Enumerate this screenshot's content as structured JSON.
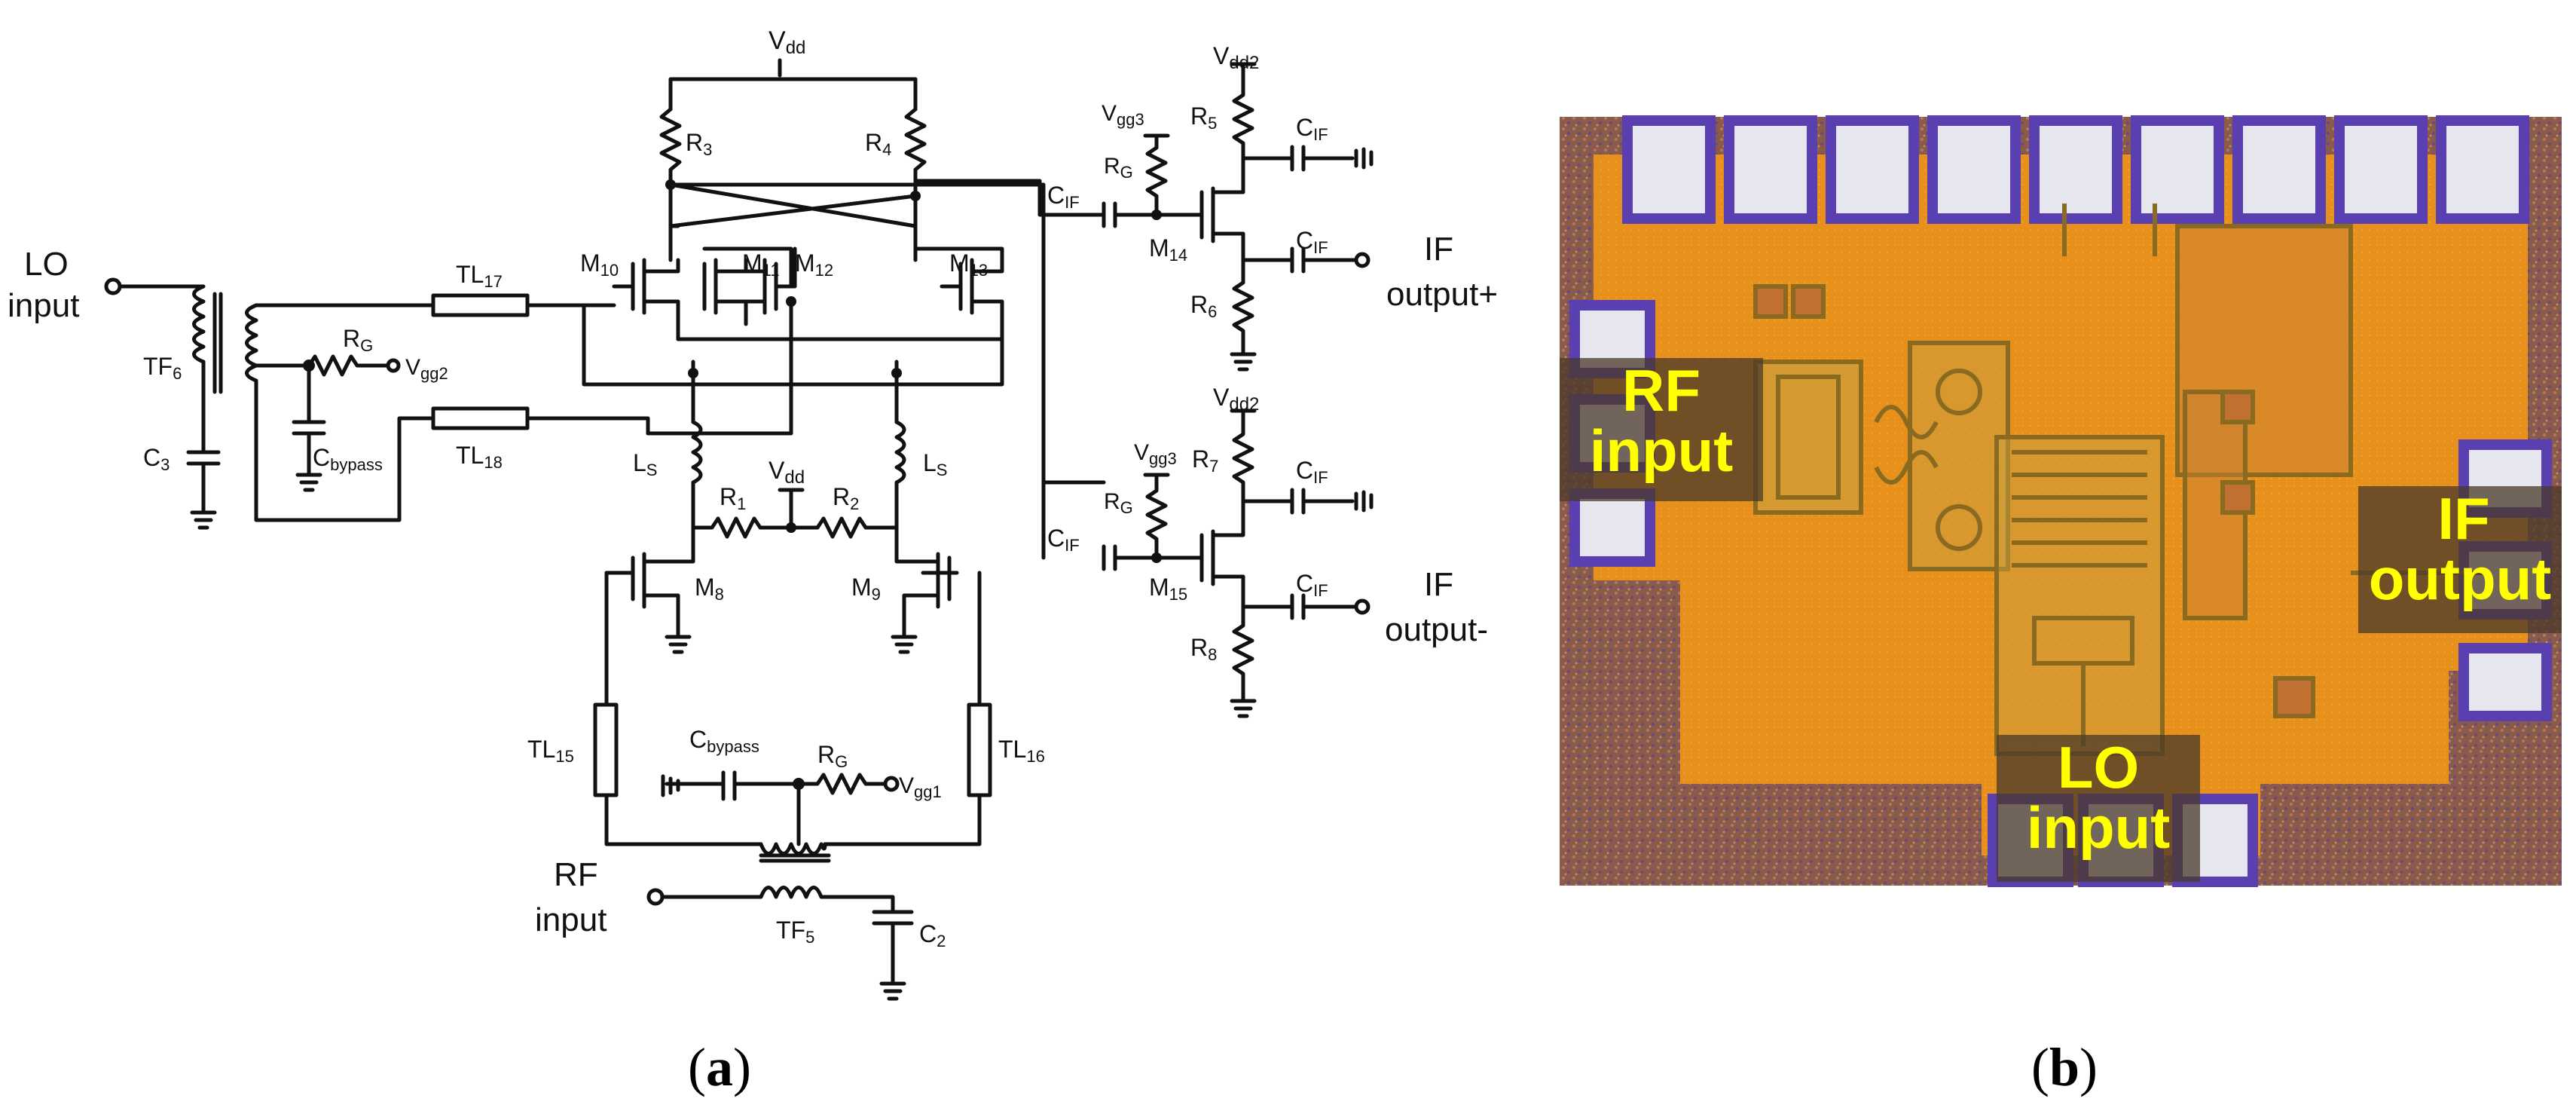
{
  "schematic": {
    "supplies": {
      "vdd": "V",
      "vdd_sub": "dd",
      "vdd2": "V",
      "vdd2_sub": "dd2",
      "vgg1": "V",
      "vgg1_sub": "gg1",
      "vgg2": "V",
      "vgg2_sub": "gg2",
      "vgg3": "V",
      "vgg3_sub": "gg3"
    },
    "ports": {
      "lo_input_l1": "LO",
      "lo_input_l2": "input",
      "rf_input_l1": "RF",
      "rf_input_l2": "input",
      "if_out_pos_l1": "IF",
      "if_out_pos_l2": "output+",
      "if_out_neg_l1": "IF",
      "if_out_neg_l2": "output-"
    },
    "components": {
      "r3": [
        "R",
        "3"
      ],
      "r4": [
        "R",
        "4"
      ],
      "r5": [
        "R",
        "5"
      ],
      "r6": [
        "R",
        "6"
      ],
      "r7": [
        "R",
        "7"
      ],
      "r8": [
        "R",
        "8"
      ],
      "r1": [
        "R",
        "1"
      ],
      "r2": [
        "R",
        "2"
      ],
      "rg": [
        "R",
        "G"
      ],
      "cif": [
        "C",
        "IF"
      ],
      "cbypass": [
        "C",
        "bypass"
      ],
      "c2": [
        "C",
        "2"
      ],
      "c3": [
        "C",
        "3"
      ],
      "ls": [
        "L",
        "S"
      ],
      "tf5": [
        "TF",
        "5"
      ],
      "tf6": [
        "TF",
        "6"
      ],
      "tl15": [
        "TL",
        "15"
      ],
      "tl16": [
        "TL",
        "16"
      ],
      "tl17": [
        "TL",
        "17"
      ],
      "tl18": [
        "TL",
        "18"
      ],
      "m8": [
        "M",
        "8"
      ],
      "m9": [
        "M",
        "9"
      ],
      "m10": [
        "M",
        "10"
      ],
      "m11": [
        "M",
        "11"
      ],
      "m12": [
        "M",
        "12"
      ],
      "m13": [
        "M",
        "13"
      ],
      "m14": [
        "M",
        "14"
      ],
      "m15": [
        "M",
        "15"
      ]
    }
  },
  "chip_photo": {
    "labels": {
      "rf_l1": "RF",
      "rf_l2": "input",
      "lo_l1": "LO",
      "lo_l2": "input",
      "if_l1": "IF",
      "if_l2": "output"
    },
    "colors": {
      "die": "#e8901c",
      "pad_frame": "#5a3fb0",
      "pad_fill": "#e6e6ee",
      "label_text": "#ffff00",
      "label_box": "#4a3a2a"
    }
  },
  "captions": {
    "a": "a",
    "b": "b"
  }
}
